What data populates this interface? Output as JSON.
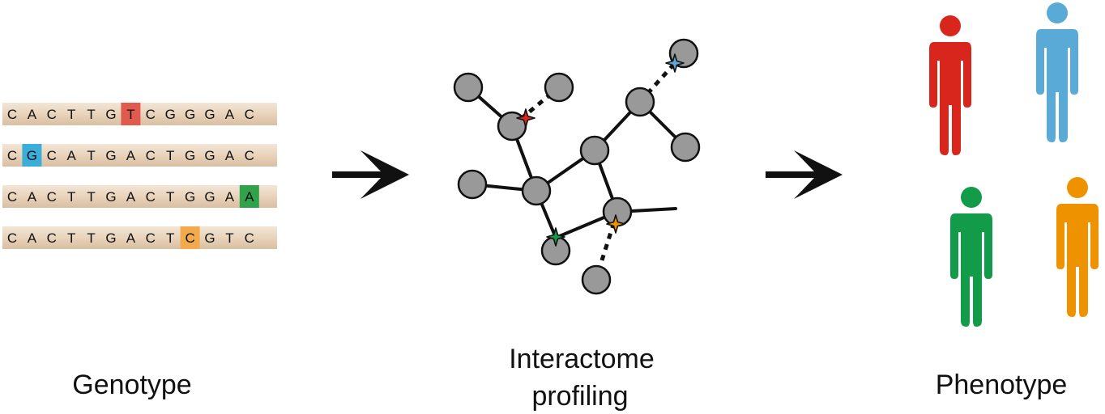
{
  "sequences": [
    {
      "bases": "CACTTGTCGGGAC",
      "highlight_index": 6,
      "highlight_color": "#e05a4e"
    },
    {
      "bases": "CGCATGACTGGAC",
      "highlight_index": 1,
      "highlight_color": "#3aaed8"
    },
    {
      "bases": "CACTTGACTGGAA",
      "highlight_index": 12,
      "highlight_color": "#2fa24a"
    },
    {
      "bases": "CACTTGACTCGTC",
      "highlight_index": 9,
      "highlight_color": "#f2aa4c"
    }
  ],
  "labels": {
    "genotype": "Genotype",
    "interactome_line1": "Interactome",
    "interactome_line2": "profiling",
    "phenotype": "Phenotype"
  },
  "colors": {
    "red": "#d9261c",
    "blue": "#5aaad8",
    "green": "#129b48",
    "orange": "#ef9200",
    "node_fill": "#999999",
    "strand": "#ecd9c2"
  },
  "icons": {
    "arrow": "right-arrow-icon",
    "person": "person-icon",
    "mutation_marker": "star-icon"
  }
}
